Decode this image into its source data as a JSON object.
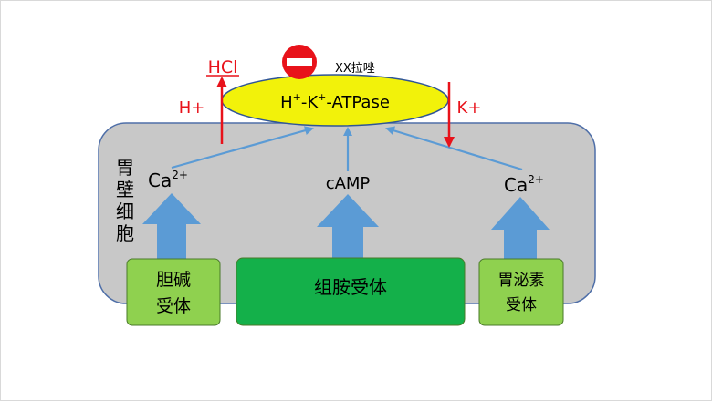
{
  "drug_label": "XX拉唑",
  "pump": {
    "h": "H",
    "sup1": "+",
    "mid1": "-K",
    "sup2": "+",
    "tail": "-ATPase"
  },
  "hcl_label": "HCl",
  "h_plus_label": "H+",
  "k_plus_label": "K+",
  "cell_label": [
    "胃",
    "壁",
    "细",
    "胞"
  ],
  "messengers": {
    "left": {
      "base": "Ca",
      "sup": "2+"
    },
    "center": {
      "text": "cAMP"
    },
    "right": {
      "base": "Ca",
      "sup": "2+"
    }
  },
  "receptors": {
    "choline": [
      "胆碱",
      "受体"
    ],
    "histamine": "组胺受体",
    "gastrin": [
      "胃泌素",
      "受体"
    ]
  },
  "colors": {
    "cell_fill": "#c8c8c8",
    "cell_stroke": "#4f6fa8",
    "pump_fill": "#f2f20a",
    "pump_stroke": "#2f5597",
    "receptor_light": "#8fd14f",
    "receptor_dark": "#14b04a",
    "receptor_stroke": "#4a7a2a",
    "arrow_blue": "#5b9bd5",
    "arrow_red": "#e8121a",
    "inhibit_red": "#e8121a"
  },
  "icons": {
    "inhibitor": "no-entry-icon"
  }
}
